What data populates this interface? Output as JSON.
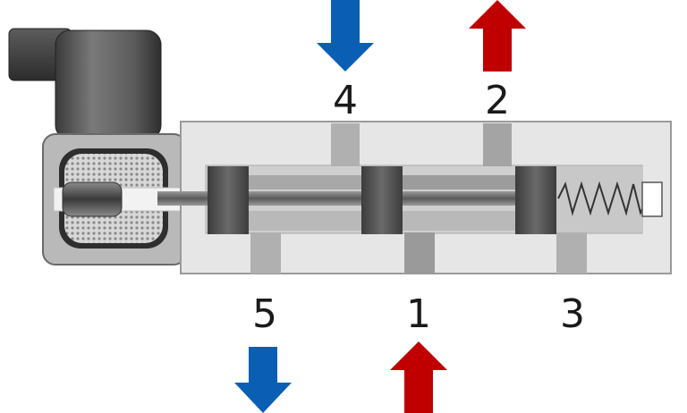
{
  "ports": {
    "p1": "1",
    "p2": "2",
    "p3": "3",
    "p4": "4",
    "p5": "5"
  },
  "arrows": {
    "exhaust_color": "#0a5fb4",
    "supply_color": "#c00000"
  },
  "icons": [
    "solenoid-coil-icon",
    "spring-icon",
    "flow-arrow-icon"
  ]
}
